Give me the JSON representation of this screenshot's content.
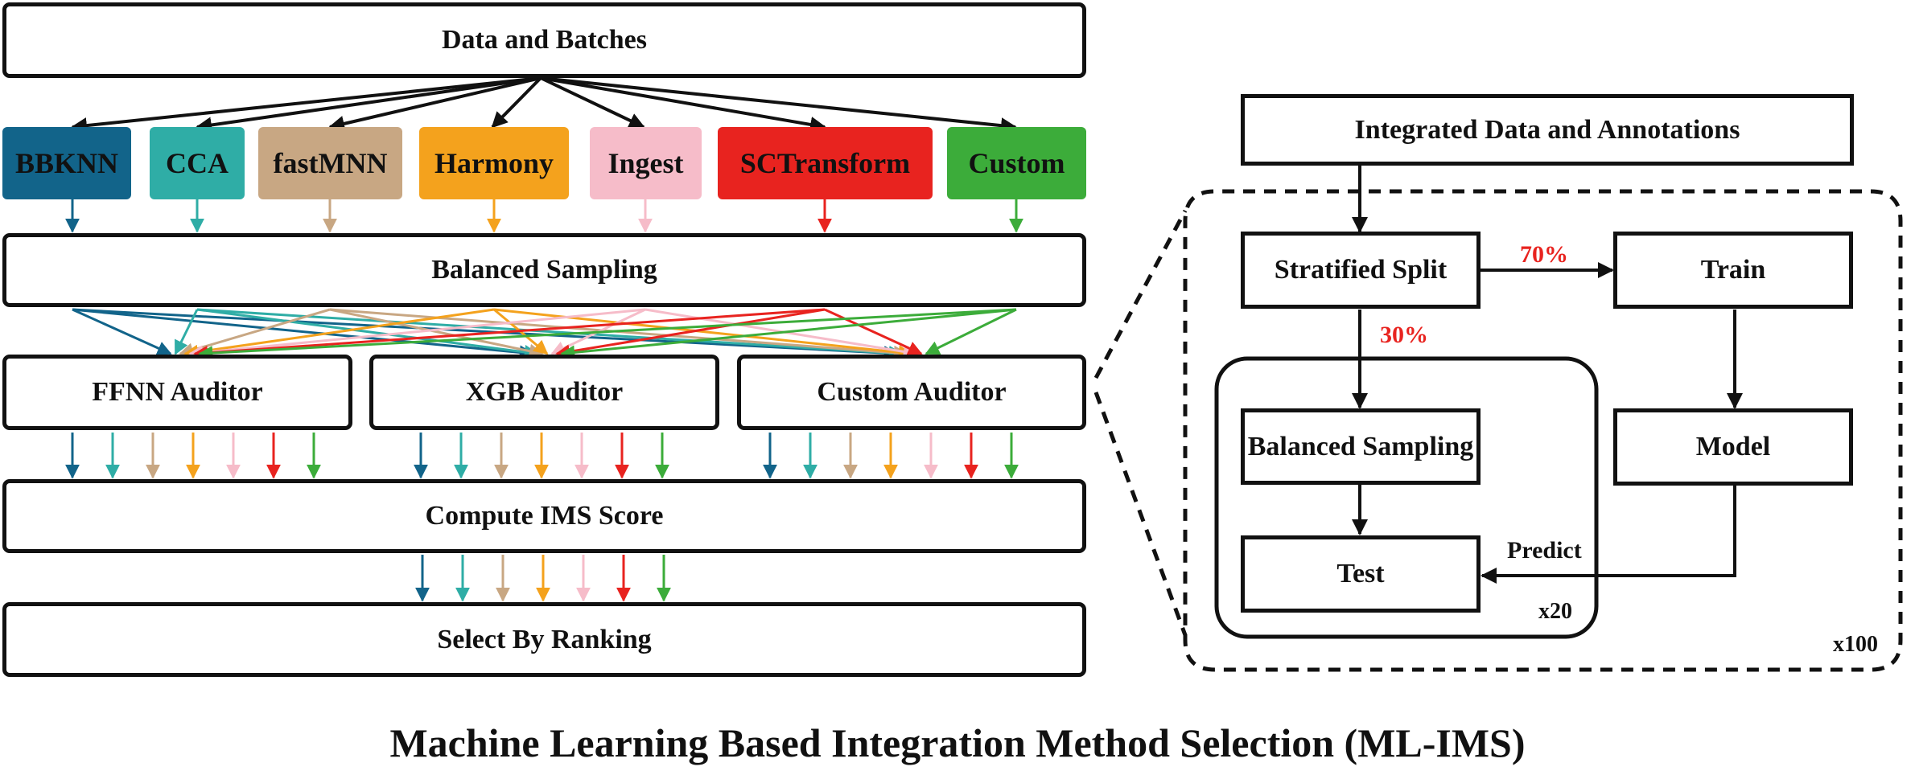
{
  "left": {
    "data_batches": "Data and Batches",
    "methods": [
      {
        "label": "BBKNN",
        "color": "#12648a"
      },
      {
        "label": "CCA",
        "color": "#2fada6"
      },
      {
        "label": "fastMNN",
        "color": "#c8a783"
      },
      {
        "label": "Harmony",
        "color": "#f4a21d"
      },
      {
        "label": "Ingest",
        "color": "#f6bcc9"
      },
      {
        "label": "SCTransform",
        "color": "#e8231f"
      },
      {
        "label": "Custom",
        "color": "#3cac3a"
      }
    ],
    "balanced_sampling": "Balanced Sampling",
    "auditors": [
      "FFNN Auditor",
      "XGB Auditor",
      "Custom Auditor"
    ],
    "compute": "Compute IMS Score",
    "select": "Select By Ranking"
  },
  "right": {
    "integrated": "Integrated Data and Annotations",
    "stratified": "Stratified Split",
    "train": "Train",
    "pct_train": "70%",
    "pct_test": "30%",
    "balanced": "Balanced Sampling",
    "model": "Model",
    "test": "Test",
    "predict": "Predict",
    "x20": "x20",
    "x100": "x100"
  },
  "title": "Machine Learning Based Integration Method Selection (ML-IMS)"
}
